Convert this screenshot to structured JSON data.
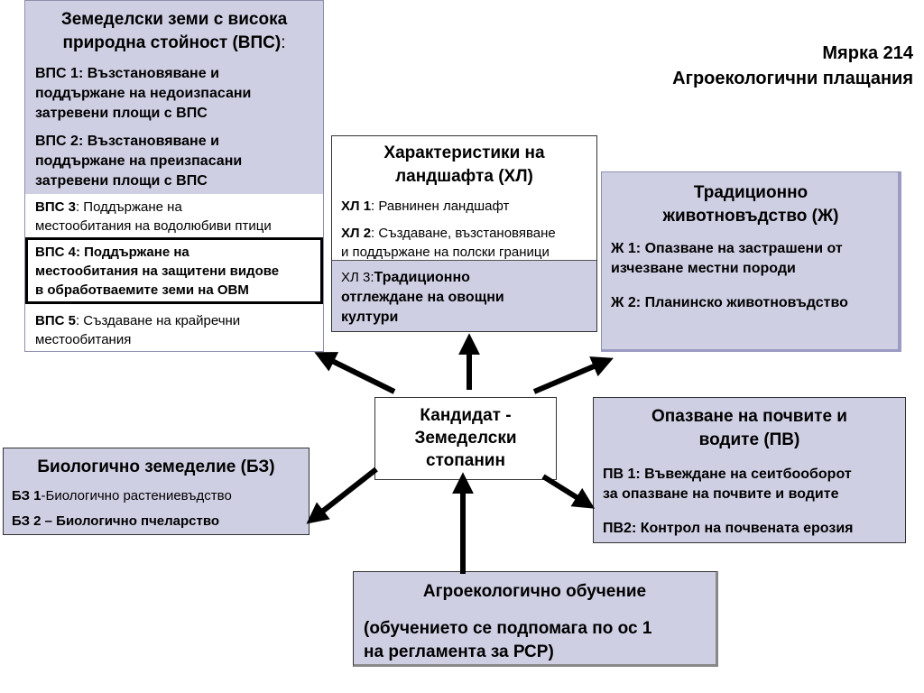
{
  "header": {
    "line1": "Мярка 214",
    "line2": "Агроекологични плащания"
  },
  "vps": {
    "title_a": "Земеделски земи с висока",
    "title_b": "природна стойност (ВПС)",
    "title_colon": ":",
    "vps1": [
      "ВПС 1: Възстановяване  и",
      "поддържане на недоизпасани",
      "затревени площи с ВПС"
    ],
    "vps2": [
      "ВПС 2: Възстановяване и",
      "поддържане на преизпасани",
      "затревени площи с ВПС"
    ],
    "vps3_code": "ВПС 3",
    "vps3_text_a": ": Поддържане на",
    "vps3_text_b": "местообитания на водолюбиви птици",
    "vps4": [
      "ВПС 4:  Поддържане на",
      "местообитания на защитени видове",
      "в обработваемите земи на ОВМ"
    ],
    "vps5_code": "ВПС 5",
    "vps5_text_a": ": Създаване на крайречни",
    "vps5_text_b": "местообитания"
  },
  "hl": {
    "title_a": "Характеристики на",
    "title_b": "ландшафта  (ХЛ)",
    "hl1_code": "ХЛ 1",
    "hl1_text": ": Равнинен ландшафт",
    "hl2_code": "ХЛ 2",
    "hl2_text_a": ": Създаване, възстановяване",
    "hl2_text_b": "и поддържане на полски граници",
    "hl3_code": "ХЛ 3:",
    "hl3_text_a": "Традиционно",
    "hl3_text_b": "отглеждане на овощни",
    "hl3_text_c": "култури"
  },
  "zh": {
    "title_a": "Традиционно",
    "title_b": "животновъдство (Ж)",
    "zh1": [
      "Ж 1: Опазване на застрашени от",
      "изчезване местни породи"
    ],
    "zh2": "Ж 2: Планинско животновъдство"
  },
  "center": {
    "lines": [
      "Кандидат -",
      "Земеделски",
      "стопанин"
    ]
  },
  "pv": {
    "title_a": "Опазване на почвите и",
    "title_b": "водите (ПВ)",
    "pv1": [
      "ПВ 1: Въвеждане на сеитбооборот",
      "за опазване на почвите и водите"
    ],
    "pv2": "ПВ2: Контрол на почвената ерозия"
  },
  "bz": {
    "title": "Биологично земеделие (БЗ)",
    "bz1_code": "БЗ 1",
    "bz1_text": "-Биологично растениевъдство",
    "bz2": "БЗ 2 – Биологично пчеларство"
  },
  "edu": {
    "title": "Агроекологично обучение",
    "body": [
      "(обучението се подпомага по ос 1",
      "на регламента за РСР)"
    ]
  },
  "colors": {
    "lavender": "#cfcfe4",
    "arrow": "#000000"
  }
}
